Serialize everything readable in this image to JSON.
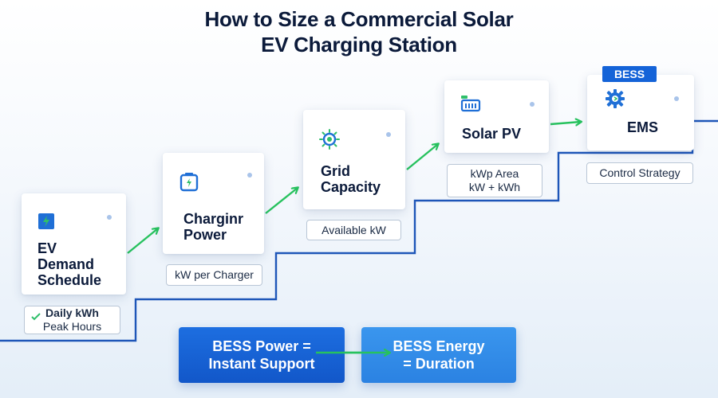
{
  "title": {
    "line1": "How to Size a Commercial Solar",
    "line2": "EV Charging Station"
  },
  "steps": [
    {
      "label_lines": [
        "EV",
        "Demand",
        "Schedule"
      ],
      "icon": "ev-battery-icon",
      "detail_lines": [
        "Daily kWh",
        "Peak Hours"
      ]
    },
    {
      "label_lines": [
        "Charginr",
        "Power"
      ],
      "icon": "charger-bolt-icon",
      "detail_lines": [
        "kW per Charger"
      ]
    },
    {
      "label_lines": [
        "Grid",
        "Capacity"
      ],
      "icon": "grid-sun-icon",
      "detail_lines": [
        "Available kW"
      ]
    },
    {
      "label_lines": [
        "Solar PV"
      ],
      "icon": "solar-panel-icon",
      "detail_lines": [
        "kWp Area",
        "kW + kWh"
      ]
    },
    {
      "label_lines": [
        "EMS"
      ],
      "icon": "gear-icon",
      "tag": "BESS",
      "detail_lines": [
        "Control Strategy"
      ]
    }
  ],
  "bess": {
    "power_lines": [
      "BESS Power =",
      "Instant Support"
    ],
    "energy_lines": [
      "BESS Energy",
      "= Duration"
    ]
  },
  "colors": {
    "step_line": "#1e56b8",
    "arrow": "#27c25e",
    "accent": "#1463d8",
    "icon_blue": "#1f6fd6",
    "icon_green": "#2fbf6a"
  }
}
